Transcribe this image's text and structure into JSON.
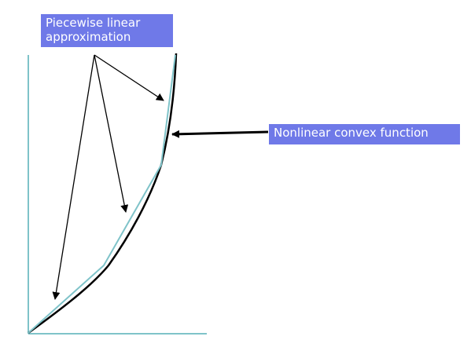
{
  "labels": {
    "piecewise_line1": "Piecewise linear",
    "piecewise_line2": "approximation",
    "nonlinear": "Nonlinear convex function"
  },
  "colors": {
    "axis": "#7fc3c9",
    "approximation": "#7fc3c9",
    "function": "#000000",
    "label_background": "#6f79e8",
    "label_text": "#ffffff"
  }
}
